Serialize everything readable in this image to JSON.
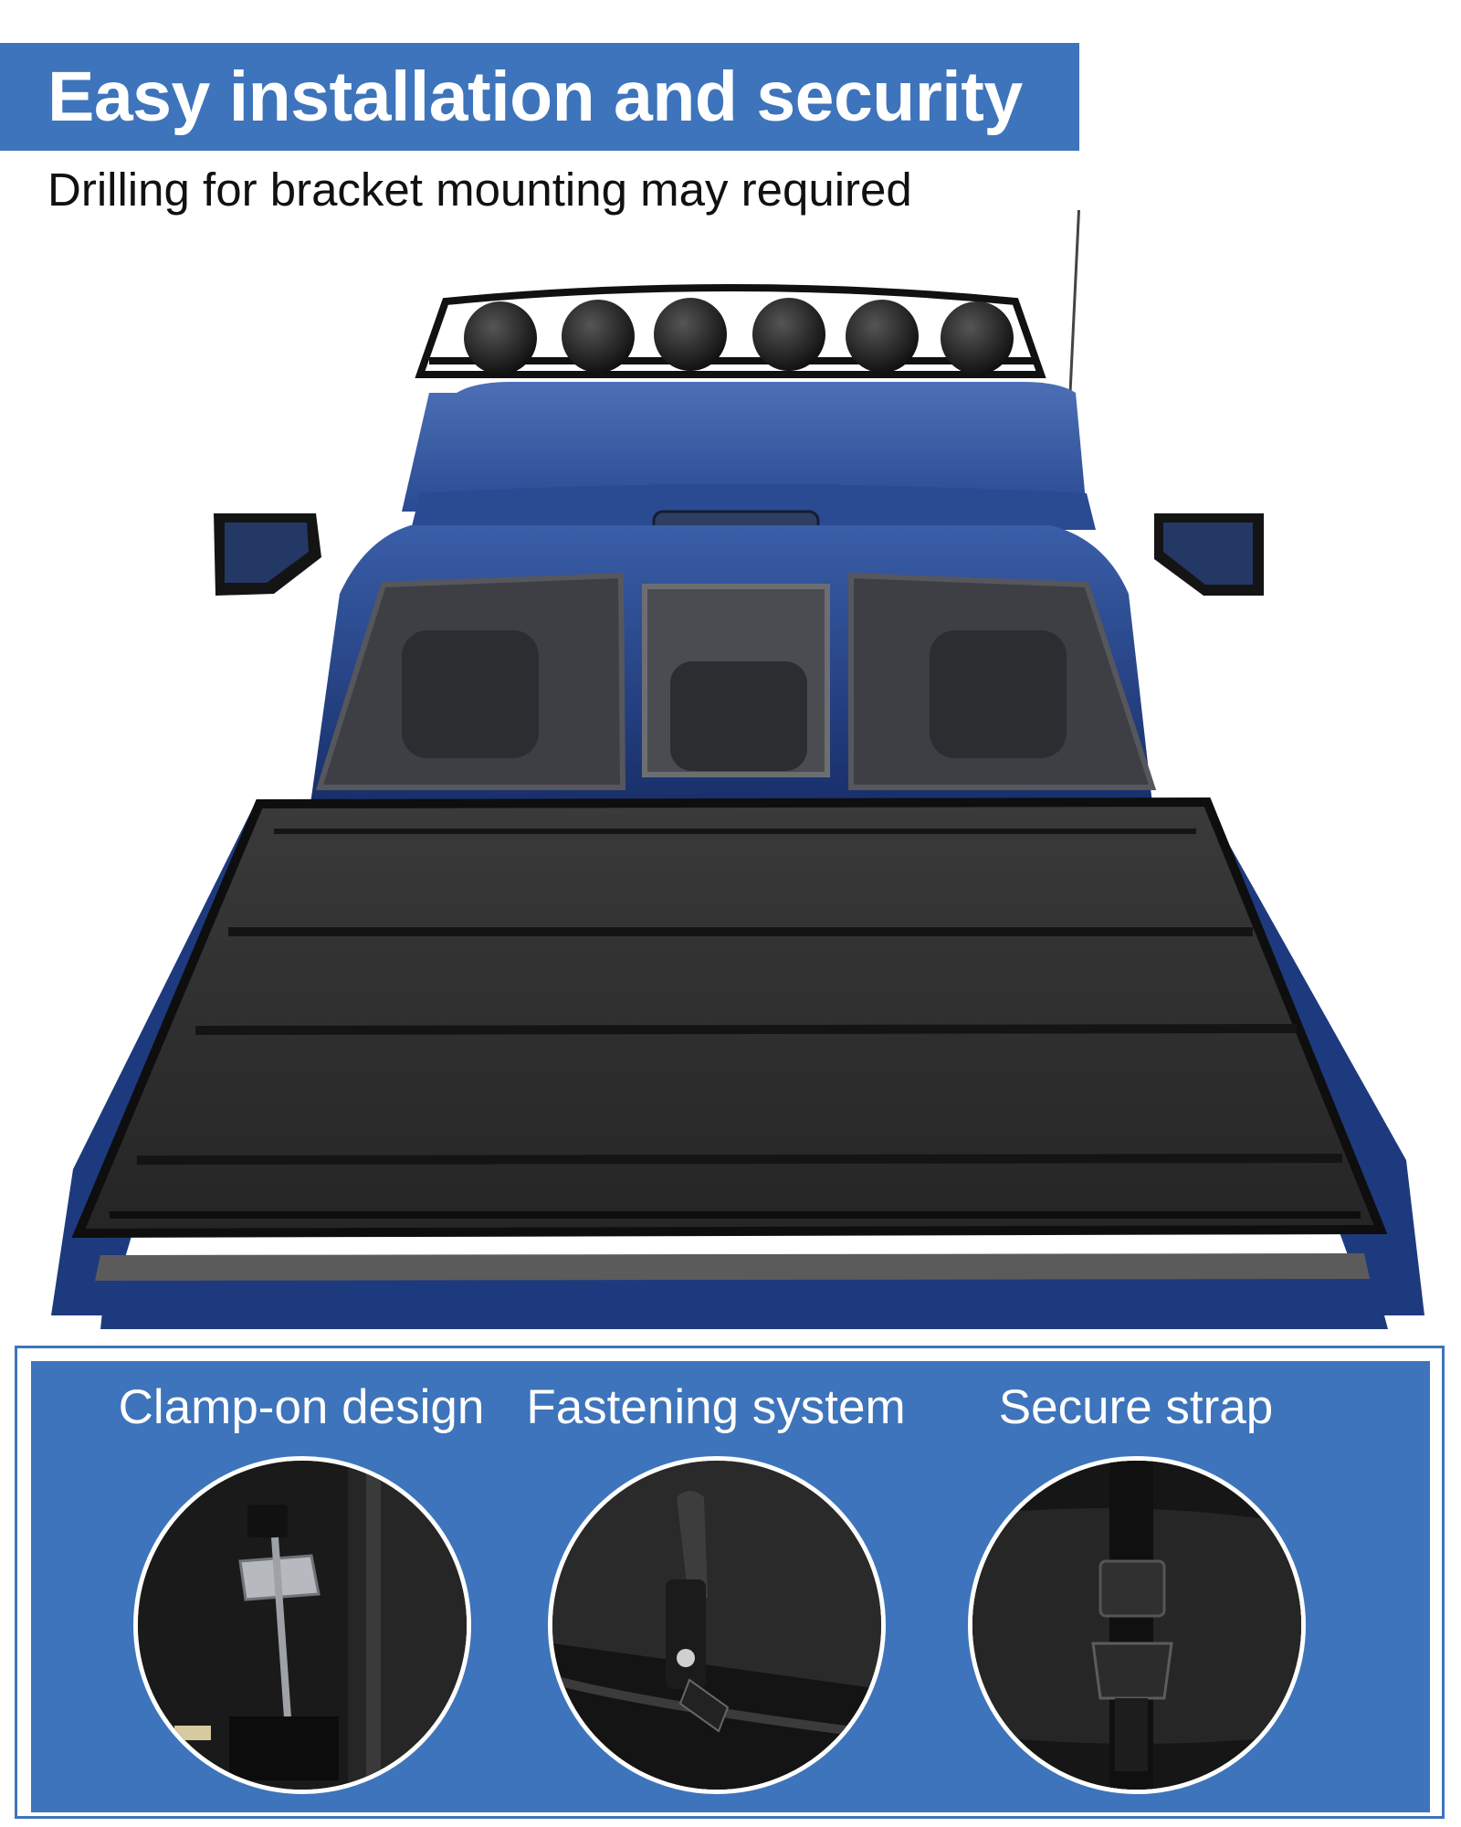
{
  "colors": {
    "brand": "#3d74bb",
    "truck_body": "#1d3f86",
    "tonneau_cover": "#2b2b2b",
    "feature_circle_bg": "#1c1c1c"
  },
  "header": {
    "title": "Easy installation and security",
    "subtitle": "Drilling for bracket mounting may required"
  },
  "features": [
    {
      "label": "Clamp-on design",
      "icon": "clamp-icon"
    },
    {
      "label": "Fastening system",
      "icon": "latch-icon"
    },
    {
      "label": "Secure strap",
      "icon": "buckle-strap-icon"
    }
  ]
}
